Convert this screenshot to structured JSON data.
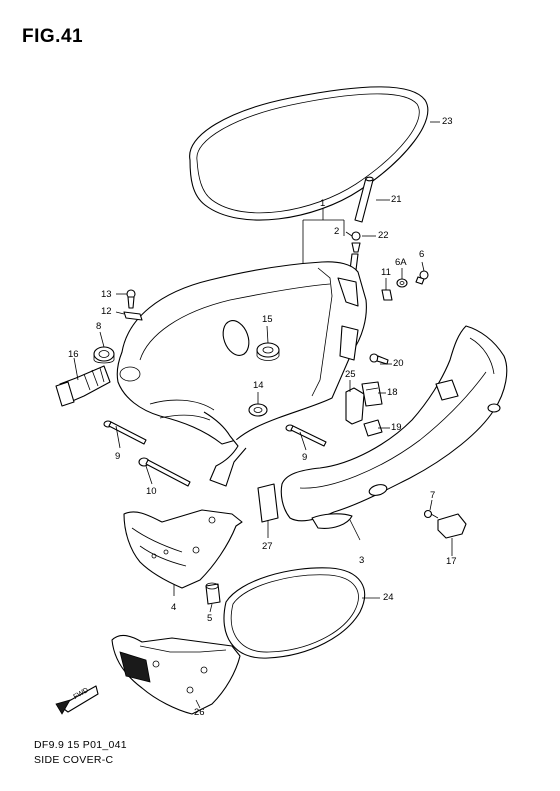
{
  "figure": {
    "title": "FIG.41",
    "code": "DF9.9 15 P01_041",
    "name": "SIDE COVER-C",
    "fwd_label": "FWD"
  },
  "parts": [
    {
      "id": "p1",
      "label": "1"
    },
    {
      "id": "p2",
      "label": "2"
    },
    {
      "id": "p3",
      "label": "3"
    },
    {
      "id": "p4",
      "label": "4"
    },
    {
      "id": "p5",
      "label": "5"
    },
    {
      "id": "p6",
      "label": "6"
    },
    {
      "id": "p6a",
      "label": "6A"
    },
    {
      "id": "p7",
      "label": "7"
    },
    {
      "id": "p8",
      "label": "8"
    },
    {
      "id": "p9a",
      "label": "9"
    },
    {
      "id": "p9b",
      "label": "9"
    },
    {
      "id": "p10",
      "label": "10"
    },
    {
      "id": "p11",
      "label": "11"
    },
    {
      "id": "p12",
      "label": "12"
    },
    {
      "id": "p13",
      "label": "13"
    },
    {
      "id": "p14",
      "label": "14"
    },
    {
      "id": "p15",
      "label": "15"
    },
    {
      "id": "p16",
      "label": "16"
    },
    {
      "id": "p17",
      "label": "17"
    },
    {
      "id": "p18",
      "label": "18"
    },
    {
      "id": "p19",
      "label": "19"
    },
    {
      "id": "p20",
      "label": "20"
    },
    {
      "id": "p21",
      "label": "21"
    },
    {
      "id": "p22",
      "label": "22"
    },
    {
      "id": "p23",
      "label": "23"
    },
    {
      "id": "p24",
      "label": "24"
    },
    {
      "id": "p25",
      "label": "25"
    },
    {
      "id": "p26",
      "label": "26"
    },
    {
      "id": "p27",
      "label": "27"
    }
  ]
}
